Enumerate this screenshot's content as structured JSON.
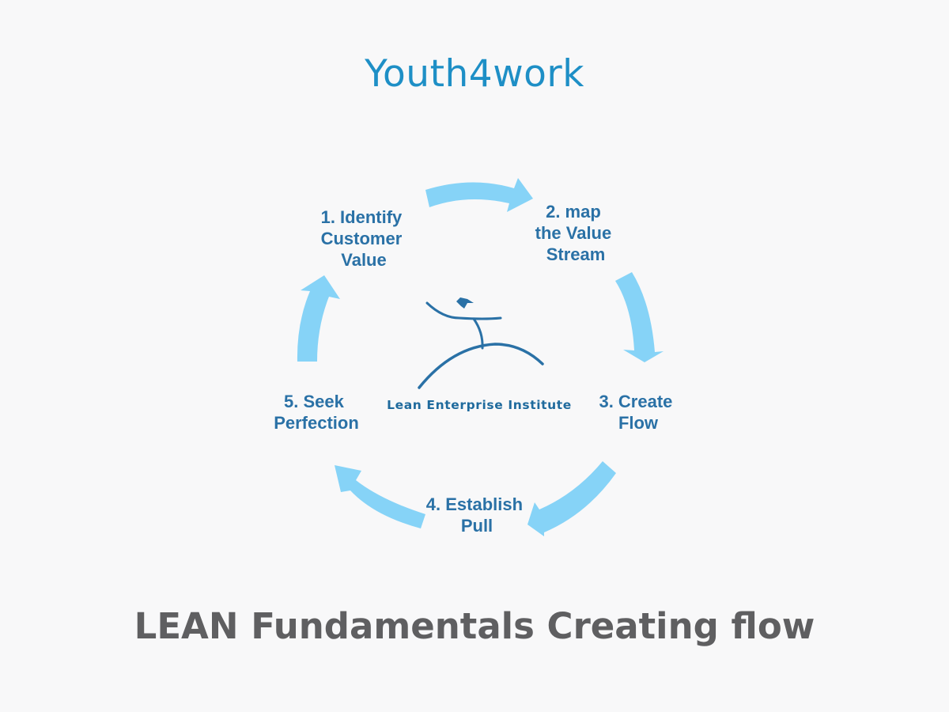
{
  "header": {
    "title": "Youth4work"
  },
  "diagram": {
    "steps": [
      {
        "lines": [
          "1. Identify",
          "Customer",
          "Value"
        ]
      },
      {
        "lines": [
          "2. map",
          "the Value",
          "Stream"
        ]
      },
      {
        "lines": [
          "3. Create",
          "Flow"
        ]
      },
      {
        "lines": [
          "4. Establish",
          "Pull"
        ]
      },
      {
        "lines": [
          "5. Seek",
          "Perfection"
        ]
      }
    ],
    "logo": {
      "name": "Lean Enterprise Institute"
    }
  },
  "footer": {
    "title": "LEAN Fundamentals Creating flow"
  },
  "colors": {
    "header": "#1e8fc6",
    "step_text": "#2a71a6",
    "arrow": "#86d3f7",
    "footer": "#5f5f61"
  }
}
